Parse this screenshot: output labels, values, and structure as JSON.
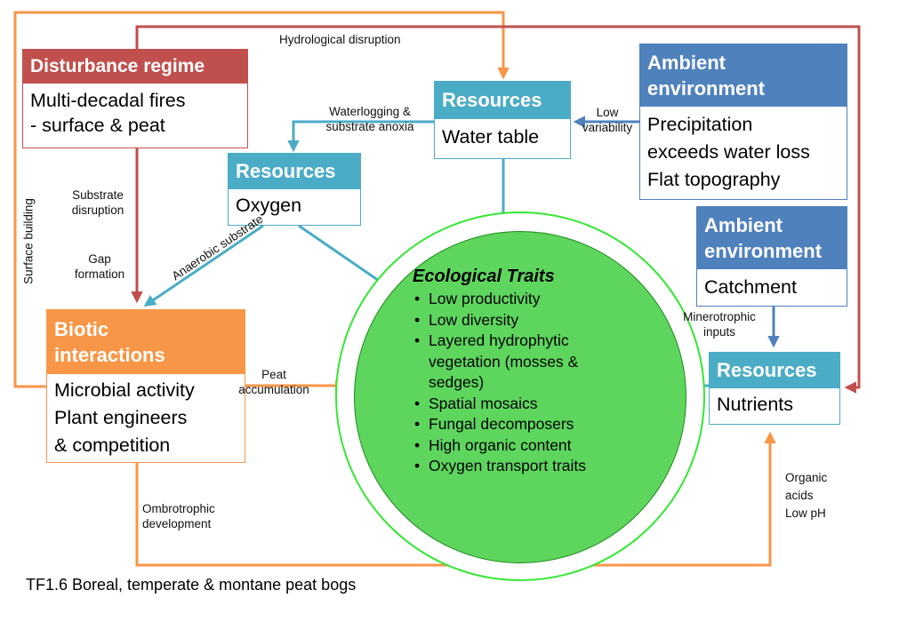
{
  "colors": {
    "red": "#c0504d",
    "orange": "#f79646",
    "blue": "#4f81bd",
    "teal": "#4bacc6",
    "green": "#5ed65e"
  },
  "boxes": {
    "disturbance": {
      "title": "Disturbance regime",
      "lines": [
        "Multi-decadal fires",
        "- surface & peat"
      ]
    },
    "water_table": {
      "title": "Resources",
      "lines": [
        "Water table"
      ]
    },
    "ambient_precip": {
      "title": [
        "Ambient",
        "environment"
      ],
      "lines": [
        "Precipitation",
        "exceeds water loss",
        "Flat topography"
      ]
    },
    "oxygen": {
      "title": "Resources",
      "lines": [
        "Oxygen"
      ]
    },
    "ambient_catchment": {
      "title": [
        "Ambient",
        "environment"
      ],
      "lines": [
        "Catchment"
      ]
    },
    "biotic": {
      "title": [
        "Biotic",
        "interactions"
      ],
      "lines": [
        "Microbial activity",
        "Plant engineers",
        "& competition"
      ]
    },
    "nutrients": {
      "title": "Resources",
      "lines": [
        "Nutrients"
      ]
    }
  },
  "traits": {
    "title": "Ecological Traits",
    "items": [
      "Low productivity",
      "Low diversity",
      "Layered hydrophytic vegetation (mosses & sedges)",
      "Spatial mosaics",
      "Fungal decomposers",
      "High organic content",
      "Oxygen transport traits"
    ]
  },
  "labels": {
    "hydrological_disruption": "Hydrological disruption",
    "waterlogging": [
      "Waterlogging &",
      "substrate anoxia"
    ],
    "low_variability": [
      "Low",
      "variability"
    ],
    "substrate_disruption": [
      "Substrate",
      "disruption"
    ],
    "gap_formation": [
      "Gap",
      "formation"
    ],
    "surface_building": "Surface building",
    "anaerobic_substrate": "Anaerobic substrate",
    "peat_accumulation": [
      "Peat",
      "accumulation"
    ],
    "minerotrophic_inputs": [
      "Minerotrophic",
      "inputs"
    ],
    "ombrotrophic_development": [
      "Ombrotrophic",
      "development"
    ],
    "organic_acids": [
      "Organic",
      "acids",
      "Low pH"
    ]
  },
  "caption": "TF1.6 Boreal, temperate & montane peat bogs"
}
